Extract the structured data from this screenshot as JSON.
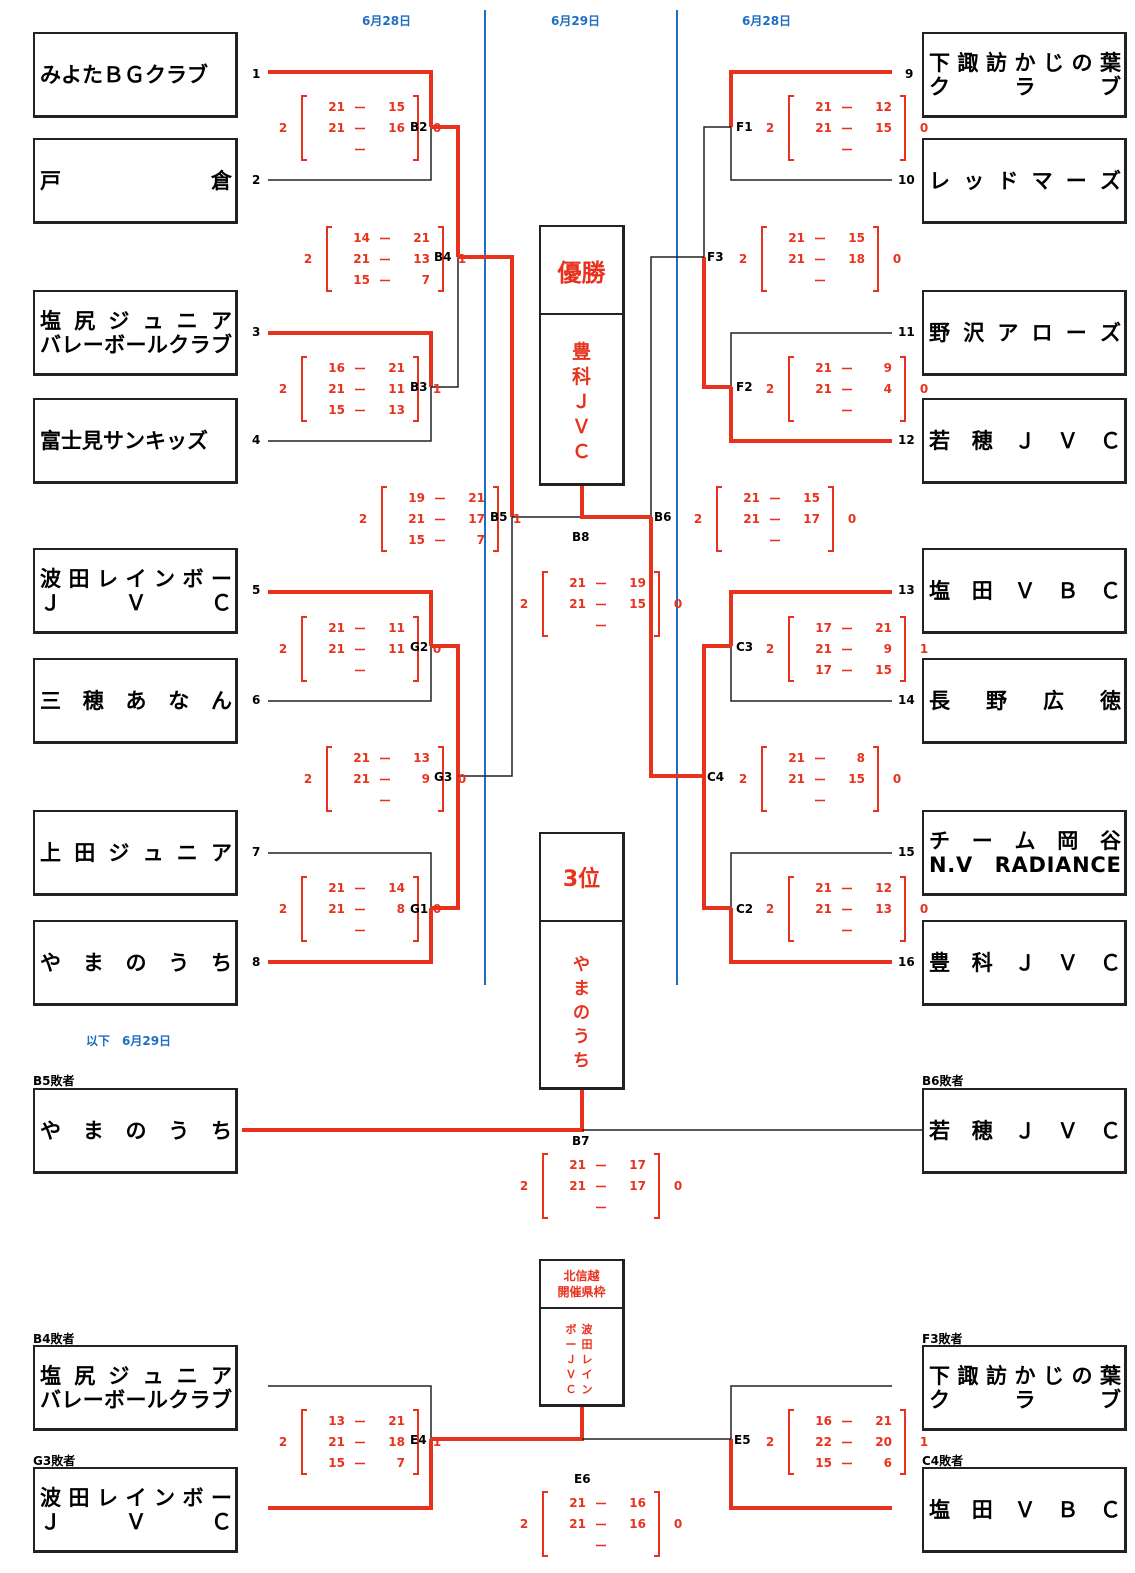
{
  "dates": {
    "left": "6月28日",
    "center": "6月29日",
    "right": "6月28日",
    "below": "以下　6月29日"
  },
  "left_teams": [
    {
      "n": "1",
      "lines": [
        "みよたＢＧクラブ"
      ],
      "single": true
    },
    {
      "n": "2",
      "lines": [
        "戸倉"
      ]
    },
    {
      "n": "3",
      "lines": [
        "塩尻ジュニア",
        "バレーボールクラブ"
      ]
    },
    {
      "n": "4",
      "lines": [
        "富士見サンキッズ"
      ],
      "single": true
    },
    {
      "n": "5",
      "lines": [
        "波田レインボー",
        "ＪＶＣ"
      ]
    },
    {
      "n": "6",
      "lines": [
        "三穂あなん"
      ]
    },
    {
      "n": "7",
      "lines": [
        "上田ジュニア"
      ]
    },
    {
      "n": "8",
      "lines": [
        "やまのうち"
      ]
    }
  ],
  "right_teams": [
    {
      "n": "9",
      "lines": [
        "下諏訪かじの葉",
        "クラブ"
      ]
    },
    {
      "n": "10",
      "lines": [
        "レッドマーズ"
      ]
    },
    {
      "n": "11",
      "lines": [
        "野沢アローズ"
      ]
    },
    {
      "n": "12",
      "lines": [
        "若穂ＪＶＣ"
      ]
    },
    {
      "n": "13",
      "lines": [
        "塩田ＶＢＣ"
      ]
    },
    {
      "n": "14",
      "lines": [
        "長野広徳"
      ]
    },
    {
      "n": "15",
      "lines": [
        "チーム岡谷",
        "N.V　RADIANCE"
      ]
    },
    {
      "n": "16",
      "lines": [
        "豊科ＪＶＣ"
      ]
    }
  ],
  "matches": {
    "B2": {
      "w": "2",
      "l": "0",
      "sets": [
        [
          "21",
          "15"
        ],
        [
          "21",
          "16"
        ],
        [
          "",
          ""
        ]
      ]
    },
    "B3": {
      "w": "2",
      "l": "1",
      "sets": [
        [
          "16",
          "21"
        ],
        [
          "21",
          "11"
        ],
        [
          "15",
          "13"
        ]
      ]
    },
    "B4": {
      "w": "2",
      "l": "1",
      "sets": [
        [
          "14",
          "21"
        ],
        [
          "21",
          "13"
        ],
        [
          "15",
          "7"
        ]
      ]
    },
    "B5": {
      "w": "2",
      "l": "1",
      "sets": [
        [
          "19",
          "21"
        ],
        [
          "21",
          "17"
        ],
        [
          "15",
          "7"
        ]
      ]
    },
    "G2": {
      "w": "2",
      "l": "0",
      "sets": [
        [
          "21",
          "11"
        ],
        [
          "21",
          "11"
        ],
        [
          "",
          ""
        ]
      ]
    },
    "G3": {
      "w": "2",
      "l": "0",
      "sets": [
        [
          "21",
          "13"
        ],
        [
          "21",
          "9"
        ],
        [
          "",
          ""
        ]
      ]
    },
    "G1": {
      "w": "2",
      "l": "0",
      "sets": [
        [
          "21",
          "14"
        ],
        [
          "21",
          "8"
        ],
        [
          "",
          ""
        ]
      ]
    },
    "F1": {
      "w": "2",
      "l": "0",
      "sets": [
        [
          "21",
          "12"
        ],
        [
          "21",
          "15"
        ],
        [
          "",
          ""
        ]
      ]
    },
    "F3": {
      "w": "2",
      "l": "0",
      "sets": [
        [
          "21",
          "15"
        ],
        [
          "21",
          "18"
        ],
        [
          "",
          ""
        ]
      ]
    },
    "F2": {
      "w": "2",
      "l": "0",
      "sets": [
        [
          "21",
          "9"
        ],
        [
          "21",
          "4"
        ],
        [
          "",
          ""
        ]
      ]
    },
    "B6": {
      "w": "2",
      "l": "0",
      "sets": [
        [
          "21",
          "15"
        ],
        [
          "21",
          "17"
        ],
        [
          "",
          ""
        ]
      ]
    },
    "B8": {
      "w": "2",
      "l": "0",
      "sets": [
        [
          "21",
          "19"
        ],
        [
          "21",
          "15"
        ],
        [
          "",
          ""
        ]
      ]
    },
    "C3": {
      "w": "2",
      "l": "1",
      "sets": [
        [
          "17",
          "21"
        ],
        [
          "21",
          "9"
        ],
        [
          "17",
          "15"
        ]
      ]
    },
    "C4": {
      "w": "2",
      "l": "0",
      "sets": [
        [
          "21",
          "8"
        ],
        [
          "21",
          "15"
        ],
        [
          "",
          ""
        ]
      ]
    },
    "C2": {
      "w": "2",
      "l": "0",
      "sets": [
        [
          "21",
          "12"
        ],
        [
          "21",
          "13"
        ],
        [
          "",
          ""
        ]
      ]
    },
    "B7": {
      "w": "2",
      "l": "0",
      "sets": [
        [
          "21",
          "17"
        ],
        [
          "21",
          "17"
        ],
        [
          "",
          ""
        ]
      ]
    },
    "E4": {
      "w": "2",
      "l": "1",
      "sets": [
        [
          "13",
          "21"
        ],
        [
          "21",
          "18"
        ],
        [
          "15",
          "7"
        ]
      ]
    },
    "E5": {
      "w": "2",
      "l": "1",
      "sets": [
        [
          "16",
          "21"
        ],
        [
          "22",
          "20"
        ],
        [
          "15",
          "6"
        ]
      ]
    },
    "E6": {
      "w": "2",
      "l": "0",
      "sets": [
        [
          "21",
          "16"
        ],
        [
          "21",
          "16"
        ],
        [
          "",
          ""
        ]
      ]
    }
  },
  "champion": {
    "head": "優勝",
    "name": [
      "豊",
      "科",
      "Ｊ",
      "Ｖ",
      "Ｃ"
    ]
  },
  "third": {
    "head": "3位",
    "name": [
      "や",
      "ま",
      "の",
      "う",
      "ち"
    ]
  },
  "hokushinetsu": {
    "head": [
      "北信越",
      "開催県枠"
    ],
    "name_col1": [
      "ボ",
      "ー",
      "Ｊ",
      "Ｖ",
      "Ｃ"
    ],
    "name_col2": [
      "波",
      "田",
      "レ",
      "イ",
      "ン"
    ]
  },
  "third_place_match": {
    "left_label": "B5敗者",
    "left_team": [
      "やまのうち"
    ],
    "right_label": "B6敗者",
    "right_team": [
      "若穂ＪＶＣ"
    ]
  },
  "extra_match": {
    "tl_label": "B4敗者",
    "tl_team": [
      "塩尻ジュニア",
      "バレーボールクラブ"
    ],
    "bl_label": "G3敗者",
    "bl_team": [
      "波田レインボー",
      "ＪＶＣ"
    ],
    "tr_label": "F3敗者",
    "tr_team": [
      "下諏訪かじの葉",
      "クラブ"
    ],
    "br_label": "C4敗者",
    "br_team": [
      "塩田ＶＢＣ"
    ]
  },
  "colors": {
    "winner": "#e8321e",
    "line": "#222222",
    "date": "#1f6fc0"
  }
}
